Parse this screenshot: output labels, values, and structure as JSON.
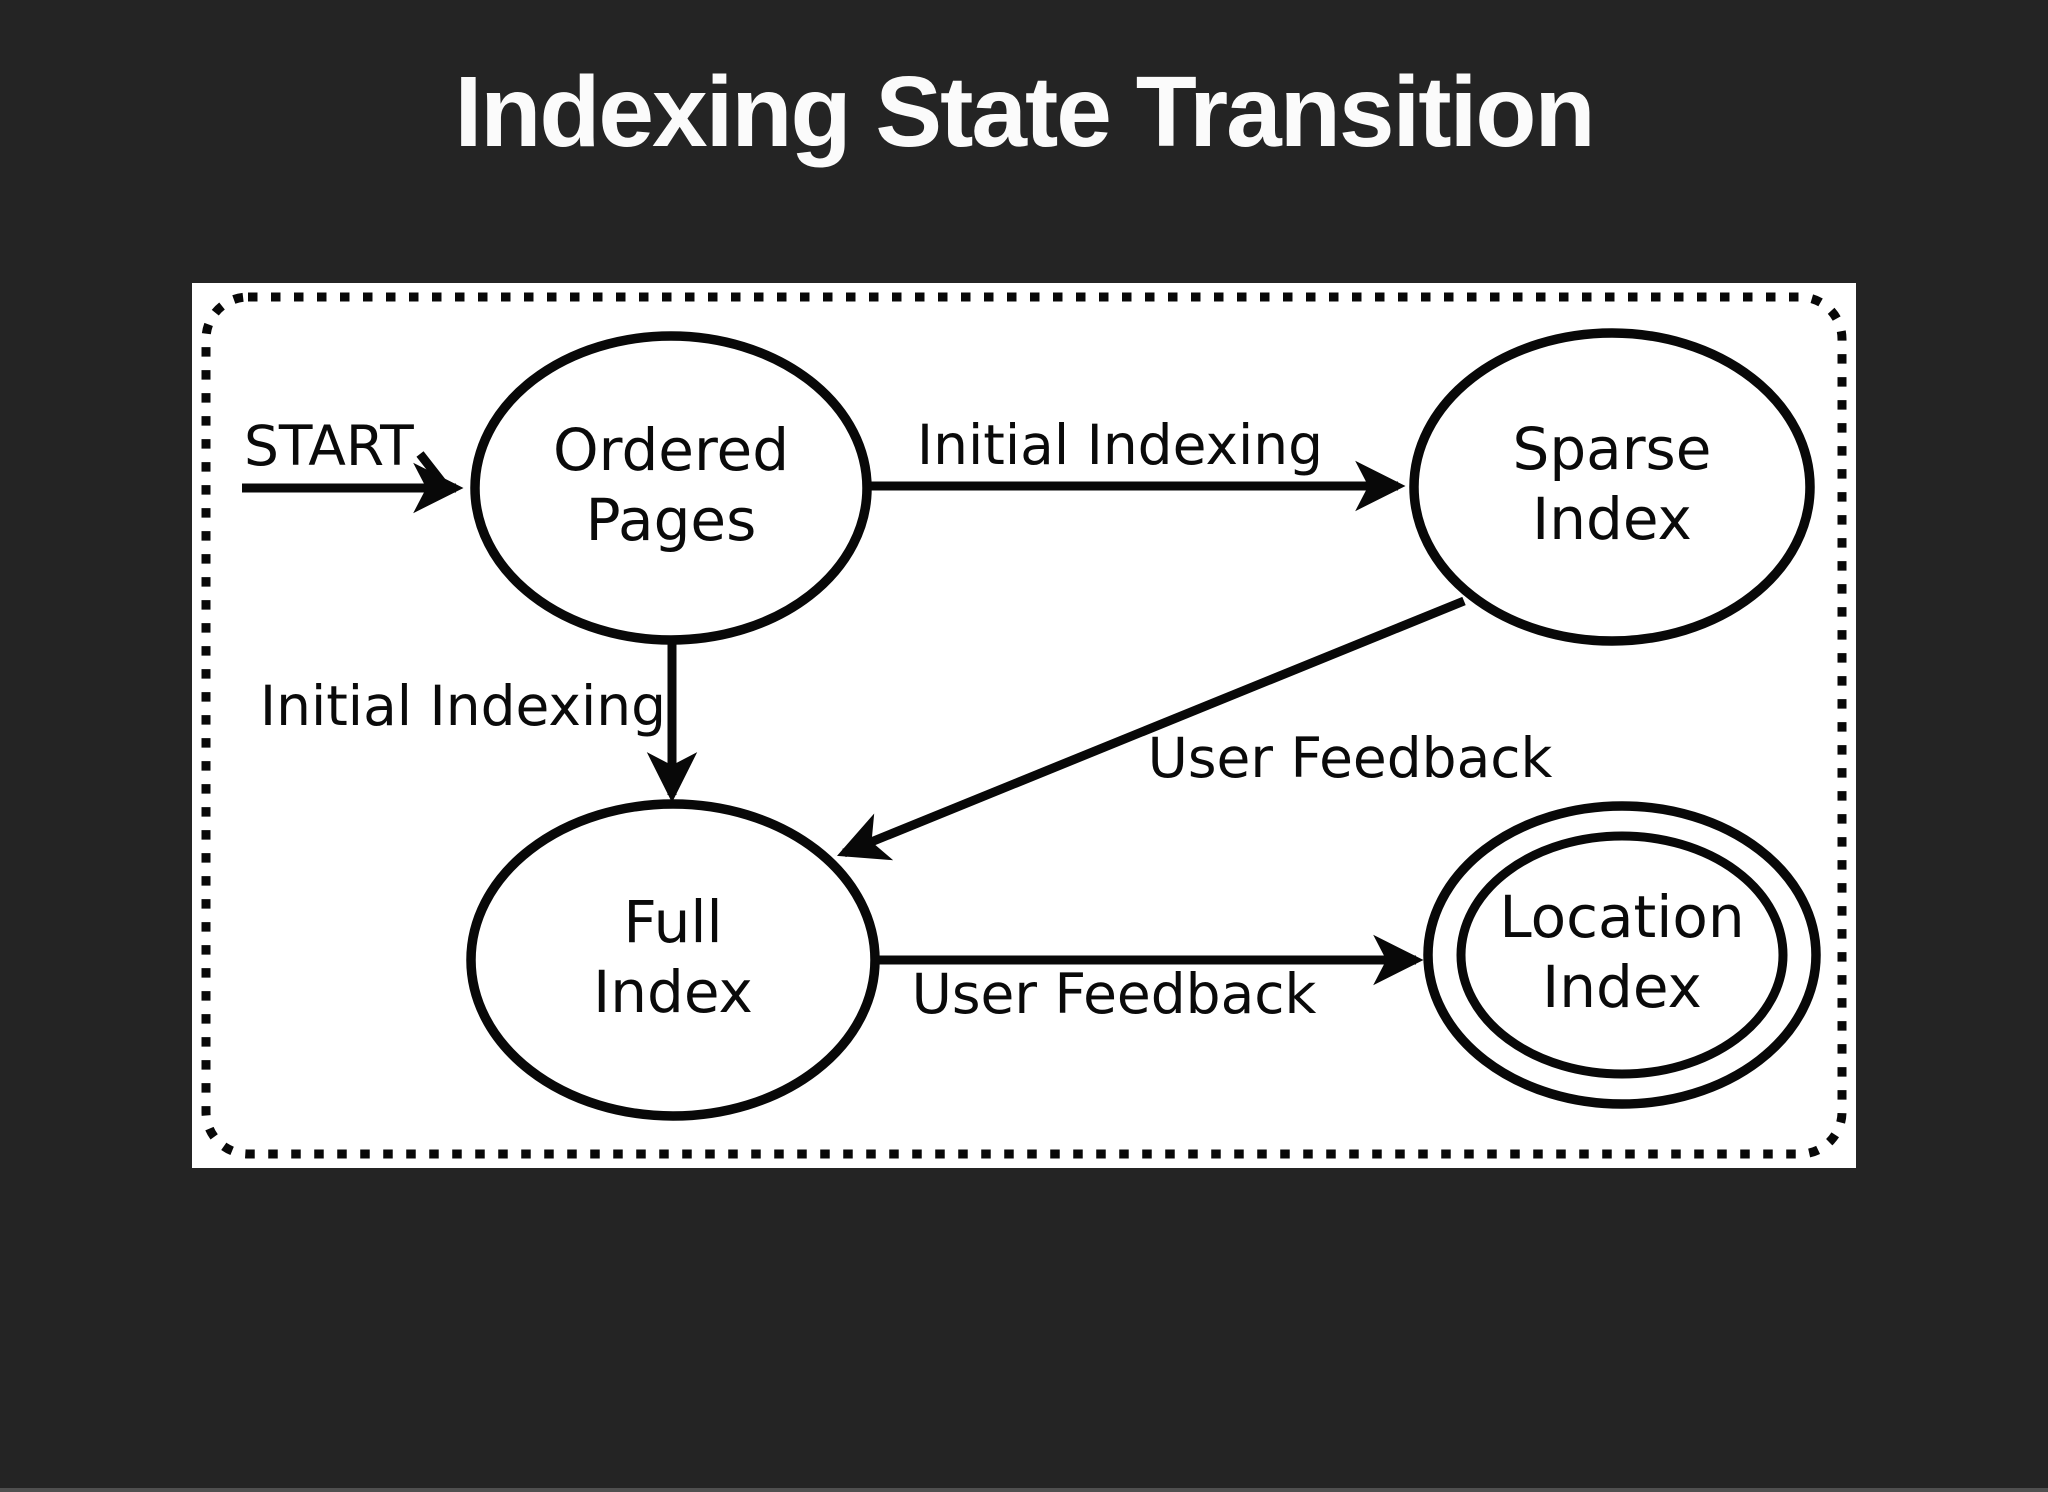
{
  "title": "Indexing State Transition",
  "colors": {
    "background": "#242424",
    "panel": "#ffffff",
    "ink": "#080808",
    "title_text": "#fbfbfb"
  },
  "diagram": {
    "start_label": "START",
    "states": [
      {
        "id": "ordered-pages",
        "line1": "Ordered",
        "line2": "Pages",
        "accepting": false
      },
      {
        "id": "sparse-index",
        "line1": "Sparse",
        "line2": "Index",
        "accepting": false
      },
      {
        "id": "full-index",
        "line1": "Full",
        "line2": "Index",
        "accepting": false
      },
      {
        "id": "location-index",
        "line1": "Location",
        "line2": "Index",
        "accepting": true
      }
    ],
    "transitions": [
      {
        "from": "start",
        "to": "ordered-pages",
        "label": ""
      },
      {
        "from": "ordered-pages",
        "to": "sparse-index",
        "label": "Initial Indexing"
      },
      {
        "from": "ordered-pages",
        "to": "full-index",
        "label": "Initial Indexing"
      },
      {
        "from": "sparse-index",
        "to": "full-index",
        "label": "User Feedback"
      },
      {
        "from": "full-index",
        "to": "location-index",
        "label": "User Feedback"
      }
    ]
  }
}
